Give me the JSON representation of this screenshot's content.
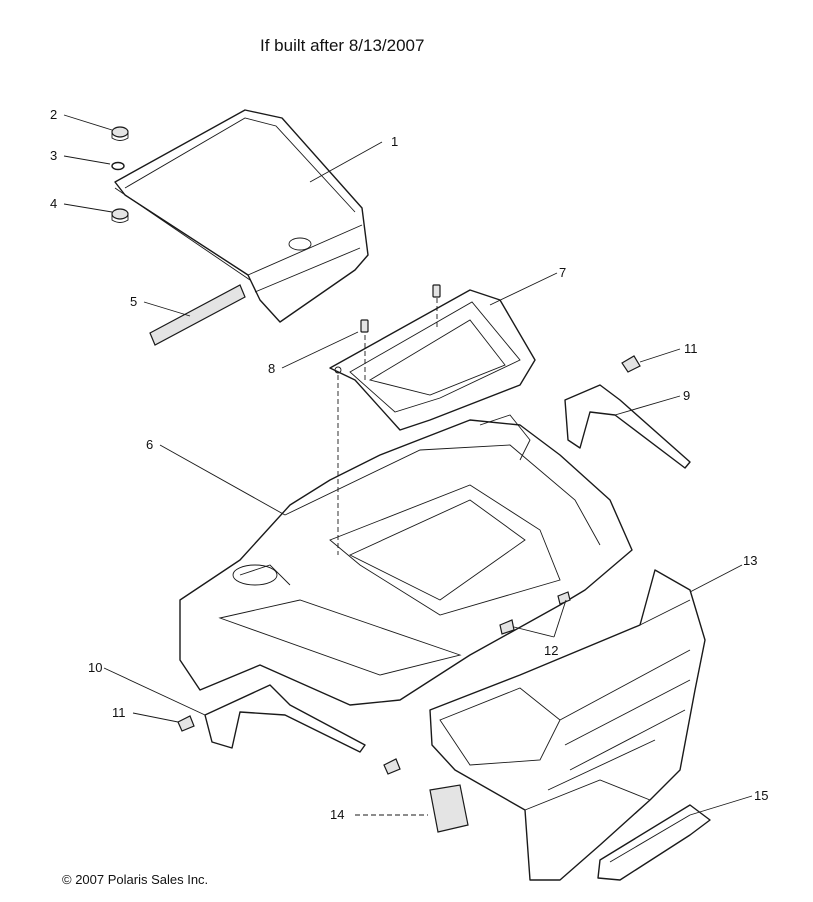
{
  "title": "If built after 8/13/2007",
  "copyright": "© 2007 Polaris Sales Inc.",
  "callouts": [
    {
      "id": "c1",
      "text": "1"
    },
    {
      "id": "c2",
      "text": "2"
    },
    {
      "id": "c3",
      "text": "3"
    },
    {
      "id": "c4",
      "text": "4"
    },
    {
      "id": "c5",
      "text": "5"
    },
    {
      "id": "c6",
      "text": "6"
    },
    {
      "id": "c7",
      "text": "7"
    },
    {
      "id": "c8",
      "text": "8"
    },
    {
      "id": "c9",
      "text": "9"
    },
    {
      "id": "c10",
      "text": "10"
    },
    {
      "id": "c11a",
      "text": "11"
    },
    {
      "id": "c11b",
      "text": "11"
    },
    {
      "id": "c12",
      "text": "12"
    },
    {
      "id": "c13",
      "text": "13"
    },
    {
      "id": "c14",
      "text": "14"
    },
    {
      "id": "c15",
      "text": "15"
    }
  ]
}
